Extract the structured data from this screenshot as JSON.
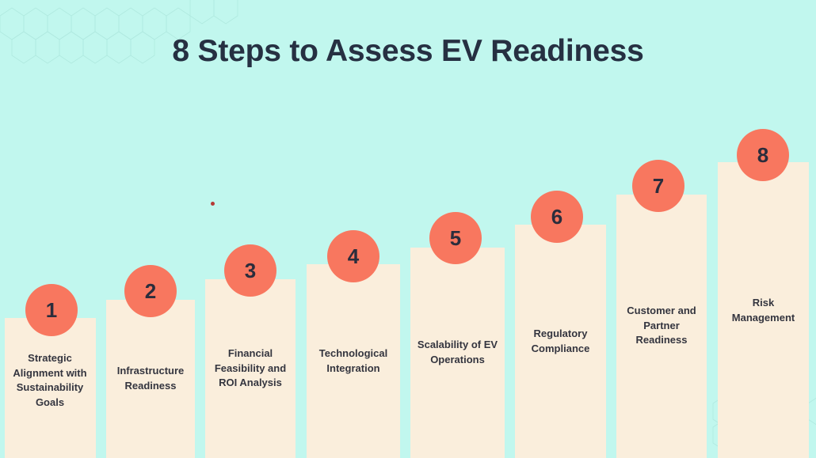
{
  "title": "8 Steps to Assess EV Readiness",
  "colors": {
    "background": "#c1f7ee",
    "bar": "#faeedc",
    "badge": "#f8775f",
    "text": "#263042"
  },
  "steps": [
    {
      "number": "1",
      "label": "Strategic Alignment with Sustainability Goals"
    },
    {
      "number": "2",
      "label": "Infrastructure Readiness"
    },
    {
      "number": "3",
      "label": "Financial Feasibility and ROI Analysis"
    },
    {
      "number": "4",
      "label": "Technological Integration"
    },
    {
      "number": "5",
      "label": "Scalability of EV Operations"
    },
    {
      "number": "6",
      "label": "Regulatory Compliance"
    },
    {
      "number": "7",
      "label": "Customer and Partner Readiness"
    },
    {
      "number": "8",
      "label": "Risk Management"
    }
  ]
}
